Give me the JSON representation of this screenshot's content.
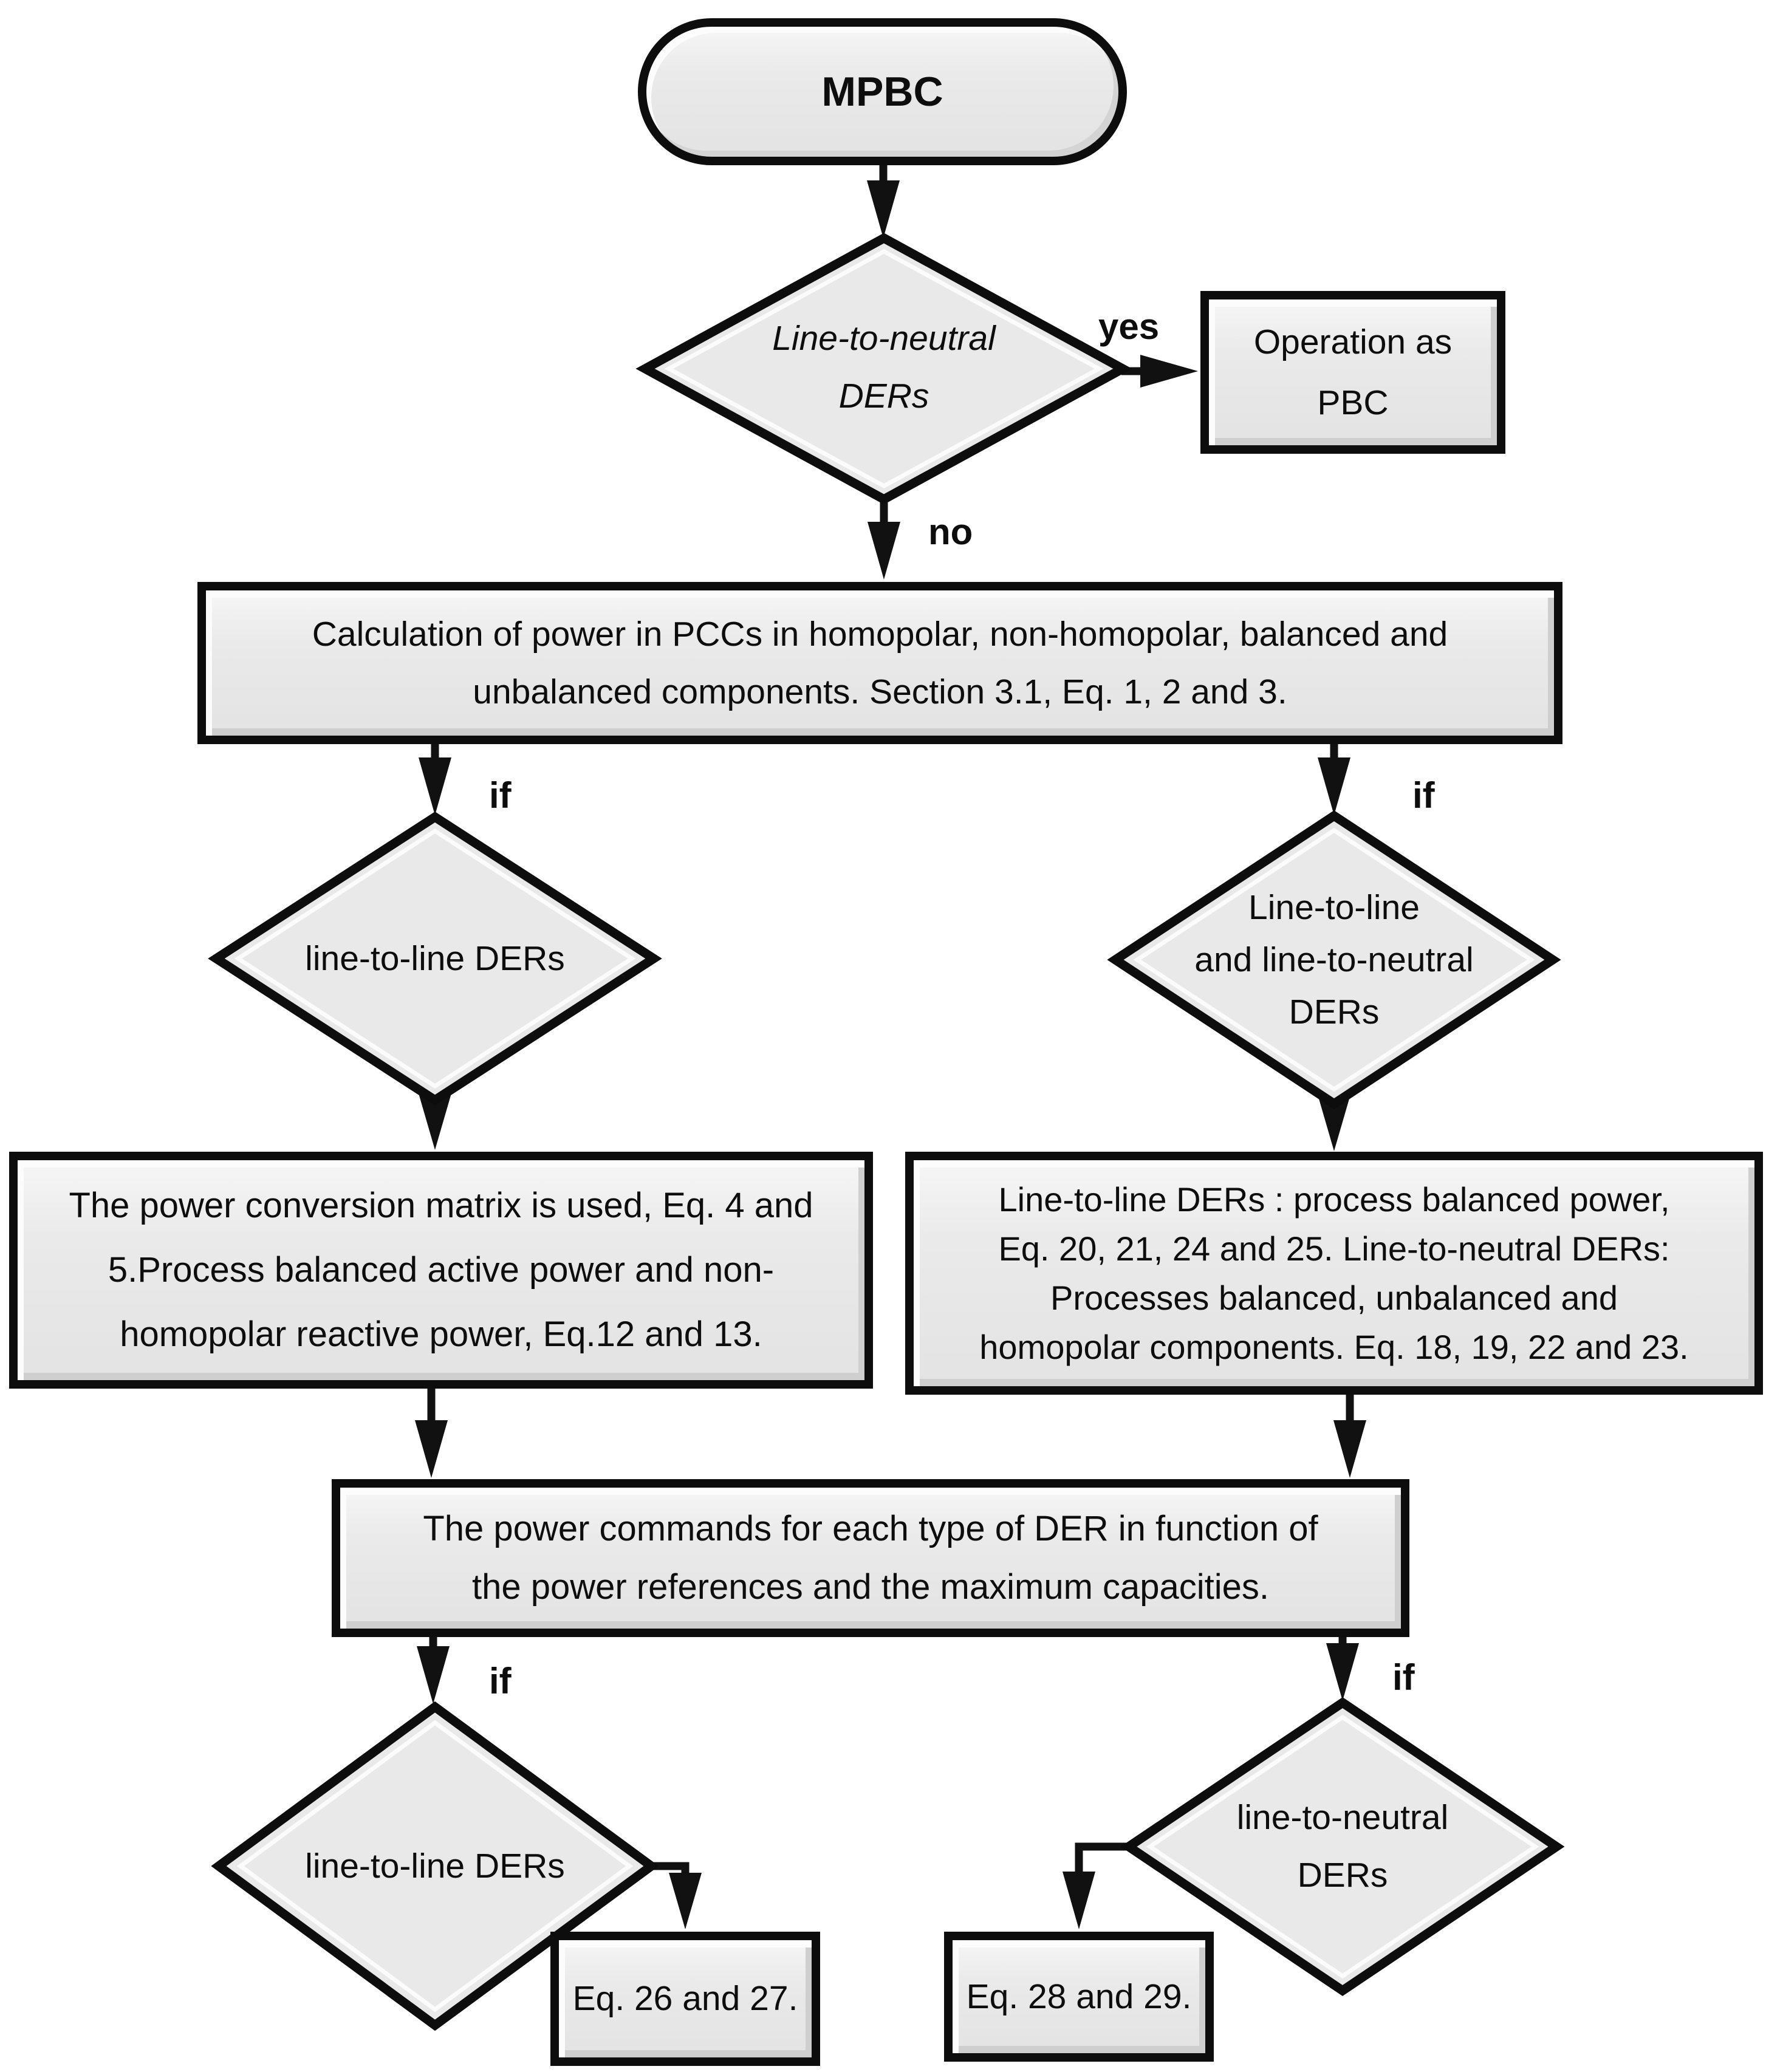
{
  "colors": {
    "shape_fill": "#e9e9e9",
    "shape_outline": "#0d0d0d",
    "background": "#ffffff",
    "text": "#0d0d0d"
  },
  "nodes": {
    "start": {
      "label": "MPBC"
    },
    "decision_line_to_neutral": {
      "line1": "Line-to-neutral",
      "line2": "DERs"
    },
    "operation_pbc": {
      "line1": "Operation as",
      "line2": "PBC"
    },
    "calc_power": {
      "line1": "Calculation of power in PCCs in homopolar, non-homopolar, balanced and",
      "line2": "unbalanced components. Section 3.1, Eq. 1, 2 and 3."
    },
    "decision_line_to_line": {
      "line1": "line-to-line DERs"
    },
    "decision_line_to_line_and_neutral": {
      "line1": "Line-to-line",
      "line2": "and line-to-neutral",
      "line3": "DERs"
    },
    "process_conversion_matrix": {
      "line1": "The power conversion matrix is used, Eq. 4 and",
      "line2": "5.Process balanced active power and non-",
      "line3": "homopolar reactive power, Eq.12 and 13."
    },
    "process_der_components": {
      "line1": "Line-to-line DERs : process balanced power,",
      "line2": "Eq. 20, 21, 24 and 25. Line-to-neutral DERs:",
      "line3": "Processes balanced, unbalanced and",
      "line4": "homopolar components. Eq. 18, 19, 22 and 23."
    },
    "power_commands": {
      "line1": "The power commands for each type of DER in function of",
      "line2": "the power references and the maximum capacities."
    },
    "decision_line_to_line_2": {
      "line1": "line-to-line DERs"
    },
    "decision_line_to_neutral_2": {
      "line1": "line-to-neutral",
      "line2": "DERs"
    },
    "eq_26_27": {
      "label": "Eq. 26 and 27."
    },
    "eq_28_29": {
      "label": "Eq. 28 and 29."
    }
  },
  "edge_labels": {
    "yes": "yes",
    "no": "no",
    "if_top_left": "if",
    "if_top_right": "if",
    "if_bottom_left": "if",
    "if_bottom_right": "if"
  }
}
